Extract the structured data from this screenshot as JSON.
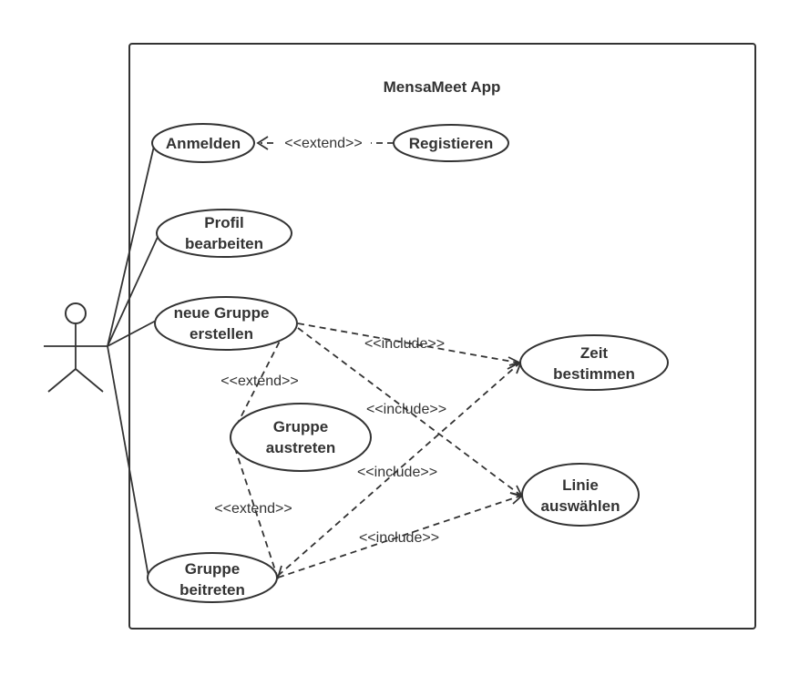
{
  "system": {
    "title": "MensaMeet App"
  },
  "use_cases": {
    "anmelden": {
      "lines": [
        "Anmelden"
      ]
    },
    "registrieren": {
      "lines": [
        "Registieren"
      ]
    },
    "profil": {
      "lines": [
        "Profil",
        "bearbeiten"
      ]
    },
    "neue_gruppe": {
      "lines": [
        "neue Gruppe",
        "erstellen"
      ]
    },
    "gruppe_austreten": {
      "lines": [
        "Gruppe",
        "austreten"
      ]
    },
    "gruppe_beitreten": {
      "lines": [
        "Gruppe",
        "beitreten"
      ]
    },
    "zeit": {
      "lines": [
        "Zeit",
        "bestimmen"
      ]
    },
    "linie": {
      "lines": [
        "Linie",
        "auswählen"
      ]
    }
  },
  "relations": {
    "extend_registrieren": "<<extend>>",
    "extend_austreten_neue": "<<extend>>",
    "extend_austreten_beitreten": "<<extend>>",
    "include_neue_zeit": "<<include>>",
    "include_neue_linie": "<<include>>",
    "include_beitreten_zeit": "<<include>>",
    "include_beitreten_linie": "<<include>>"
  },
  "colors": {
    "stroke": "#333333",
    "background": "#ffffff"
  }
}
